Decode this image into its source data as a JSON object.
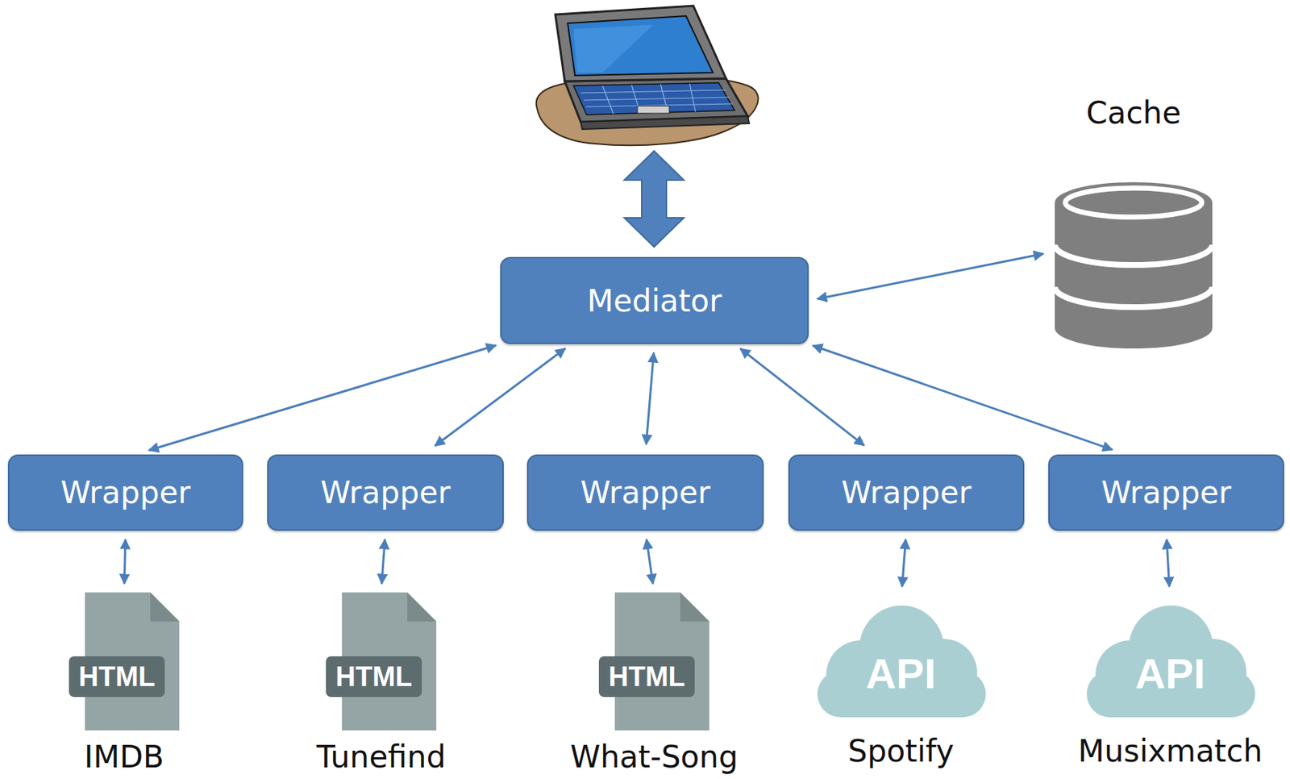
{
  "diagram": {
    "nodes": [
      {
        "text": [
          "Cache"
        ]
      },
      {
        "text": [
          "Mediator"
        ]
      },
      {
        "text": [
          "Wrapper"
        ]
      },
      {
        "text": [
          "Wrapper"
        ]
      },
      {
        "text": [
          "Wrapper"
        ]
      },
      {
        "text": [
          "Wrapper"
        ]
      },
      {
        "text": [
          "Wrapper"
        ]
      },
      {
        "text": [
          "HTML",
          "IMDB"
        ]
      },
      {
        "text": [
          "HTML",
          "Tunefind"
        ]
      },
      {
        "text": [
          "HTML",
          "What-Song"
        ]
      },
      {
        "text": [
          "API",
          "Spotify"
        ]
      },
      {
        "text": [
          "API",
          "Musixmatch"
        ]
      }
    ],
    "edges": [
      {
        "from": 1,
        "to": 0,
        "arrow": "both"
      },
      {
        "from": 1,
        "to": 2,
        "arrow": "both"
      },
      {
        "from": 1,
        "to": 3,
        "arrow": "both"
      },
      {
        "from": 1,
        "to": 4,
        "arrow": "both"
      },
      {
        "from": 1,
        "to": 5,
        "arrow": "both"
      },
      {
        "from": 1,
        "to": 6,
        "arrow": "both"
      },
      {
        "from": 2,
        "to": 7,
        "arrow": "both"
      },
      {
        "from": 3,
        "to": 8,
        "arrow": "both"
      },
      {
        "from": 4,
        "to": 9,
        "arrow": "both"
      },
      {
        "from": 5,
        "to": 10,
        "arrow": "both"
      },
      {
        "from": 6,
        "to": 11,
        "arrow": "both"
      }
    ]
  }
}
